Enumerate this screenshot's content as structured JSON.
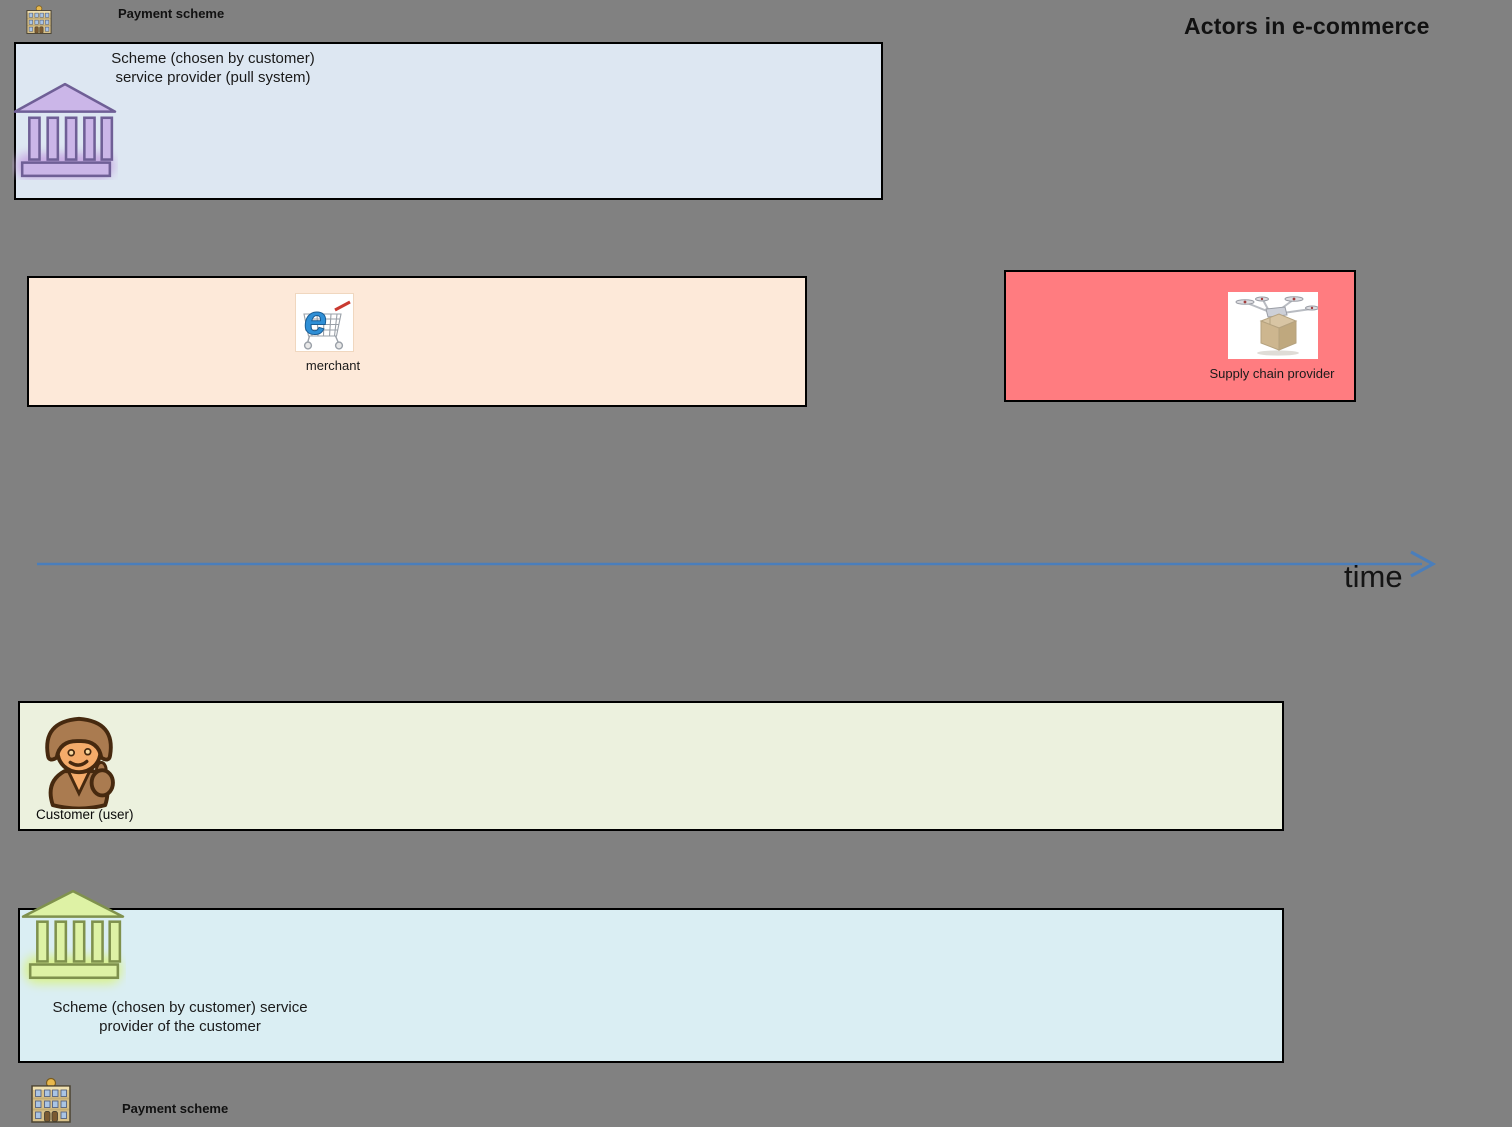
{
  "title": "Actors in e-commerce",
  "payment_scheme_top": {
    "label": "Payment scheme",
    "icon": "bank-building-icon"
  },
  "payment_scheme_bottom": {
    "label": "Payment scheme",
    "icon": "bank-building-icon"
  },
  "lanes": {
    "scheme_pull": {
      "line1": "Scheme (chosen by customer)",
      "line2": "service provider (pull system)",
      "bg_color": "#dde7f2",
      "icon": "bank-icon",
      "icon_color": "#cbb6e8"
    },
    "merchant": {
      "label": "merchant",
      "bg_color": "#fde9d9",
      "icon": "ecommerce-cart-icon"
    },
    "supply_chain": {
      "label": "Supply chain provider",
      "bg_color": "#ff7c80",
      "icon": "delivery-drone-icon"
    },
    "customer": {
      "label": "Customer (user)",
      "bg_color": "#ecf1de",
      "icon": "person-icon"
    },
    "scheme_customer": {
      "line1": "Scheme (chosen by customer) service",
      "line2": "provider of the customer",
      "bg_color": "#daeef3",
      "icon": "bank-icon",
      "icon_color": "#def2a5"
    }
  },
  "timeline": {
    "label": "time",
    "line_color": "#4a7ebb"
  },
  "canvas": {
    "background_color": "#818181"
  }
}
